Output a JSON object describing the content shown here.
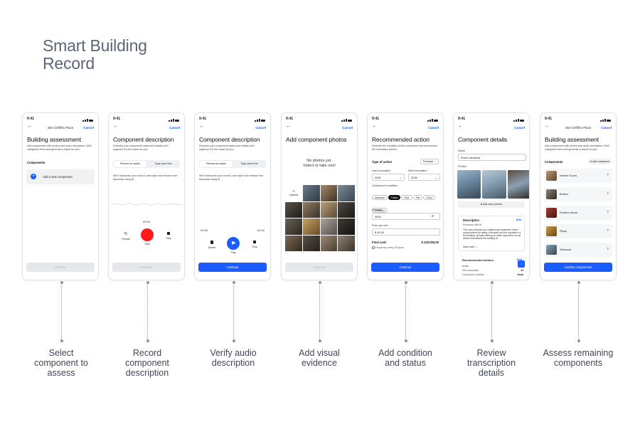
{
  "title": {
    "line1": "Smart Building",
    "line2": "Record"
  },
  "status_time": "9:41",
  "common": {
    "cancel": "Cancel",
    "continue": "Continue"
  },
  "screens": {
    "s1": {
      "address": "460 Griffiths Place",
      "title": "Building assessment",
      "desc": "Add components with photos and audio description. We'll categorize them and generate a report for you!",
      "section": "Components",
      "add_label": "Add a new component"
    },
    "s2": {
      "title": "Component description",
      "desc": "Describe your component status and details we'll organize it in the report for you",
      "tab_audio": "Record an audio",
      "tab_text": "Type your text",
      "hint": "We'll transcribe your record, and style and enhance the transcript using AI",
      "timer": "00:00",
      "restart": "Restart",
      "start": "Start",
      "stop": "Stop"
    },
    "s3": {
      "title": "Component description",
      "desc": "Describe your component status and details we'll organize it in the report for you",
      "tab_audio": "Record an audio",
      "tab_text": "Type your text",
      "hint": "We'll transcribe your record, and style and enhance the transcript using AI",
      "time_start": "00:00",
      "time_end": "00:30",
      "delete": "Delete",
      "play": "Play",
      "stop": "Stop"
    },
    "s4": {
      "title": "Add component photos",
      "empty_line1": "No photos yet,",
      "empty_line2": "Select or take one!",
      "camera": "Camera"
    },
    "s5": {
      "title": "Recommended action",
      "desc": "Describe the condition of this component and recommend the necessary actions.",
      "type_label": "Type of action",
      "type_value": "Renewal",
      "last_label": "Last renovation",
      "last_value": "2001",
      "next_label": "Next renovation",
      "next_value": "2020",
      "cond_label": "Component condition",
      "chips": [
        "Unknown",
        "Failed",
        "Poor",
        "Fair",
        "Good",
        "Excellent"
      ],
      "qty_label": "Quantity",
      "qty_value": "3000",
      "qty_unit": "ft²",
      "price_label": "Price per unit",
      "price_value": "$  40,00",
      "final_label": "Final cost:",
      "final_value": "$ 120.000,00",
      "freq": "Frequency every 25 years"
    },
    "s6": {
      "title": "Component details",
      "name_label": "Name",
      "name_value": "Room windows",
      "photos_label": "Photos",
      "add_photos": "Add more photos",
      "desc_title": "Description",
      "edit": "Edit",
      "enhanced": "Enhanced with AI",
      "desc_text": "The room windows are cracked and scratched, which compromises the safety of tenants and the reputation of the building, virtually offering an awful experience for all visitors that affects the building re...",
      "view_more": "View more",
      "rec_title": "Recommended actions",
      "rec_rows": [
        "Action",
        "Next renovation",
        "Component condition"
      ],
      "rec_vals": [
        "Ren",
        "20",
        "Good"
      ]
    },
    "s7": {
      "address": "460 Griffiths Place",
      "title": "Building assessment",
      "desc": "Add components with photos and audio description. We'll categorize them and generate a report for you!",
      "section": "Components",
      "add_button": "Add component",
      "items": [
        "Interior Doors",
        "Boilers",
        "Exterior doors",
        "Pipes",
        "Windows"
      ],
      "confirm": "Confirm components"
    }
  },
  "captions": [
    [
      "Select",
      "component to",
      "assess"
    ],
    [
      "Record",
      "component",
      "description"
    ],
    [
      "Verify audio",
      "description"
    ],
    [
      "Add visual",
      "evidence"
    ],
    [
      "Add condition",
      "and status"
    ],
    [
      "Review",
      "transcription",
      "details"
    ],
    [
      "Assess remaining",
      "components"
    ]
  ],
  "colors": {
    "accent": "#1a5cff",
    "record": "#ff1a1a",
    "caption": "#3f4756",
    "title": "#5b6577"
  }
}
